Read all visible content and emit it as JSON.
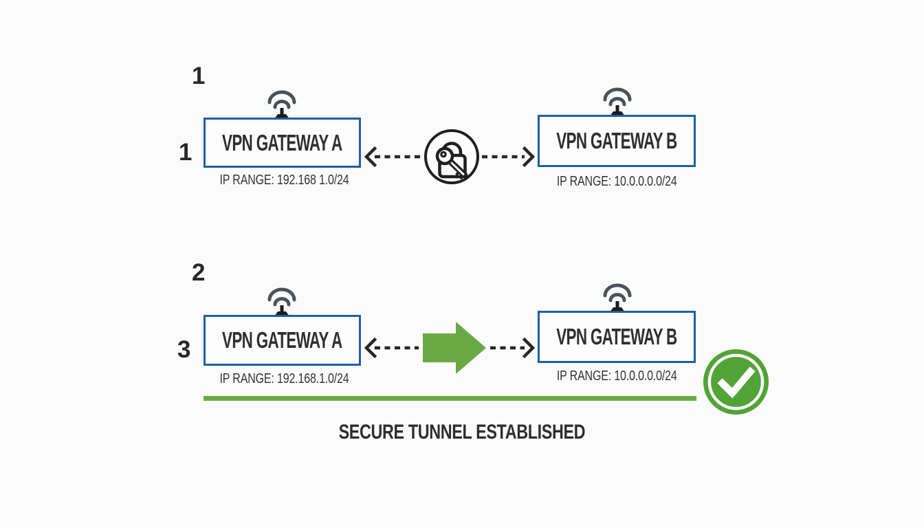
{
  "diagram_title": "VPN site-to-site tunnel diagram",
  "colors": {
    "box_border_blue": "#1e5ea6",
    "arrow_ink": "#262626",
    "text_dark": "#303030",
    "antenna_gray": "#4d5156",
    "green_arrow": "#6ca943",
    "green_line": "#6aa944",
    "green_badge": "#52a338",
    "background": "#fbfbfb"
  },
  "icons": {
    "wireless": "wifi-icon",
    "encryption": "key-lock-icon",
    "tunnel": "green-arrow-icon",
    "success": "check-badge-icon",
    "link": "dashed-double-arrow"
  },
  "phase1": {
    "step_label": "1",
    "row_label": "1",
    "gateway_a": {
      "title": "VPN GATEWAY A",
      "ip_range": "IP RANGE: 192.168 1.0/24"
    },
    "gateway_b": {
      "title": "VPN GATEWAY B",
      "ip_range": "IP RANGE: 10.0.0.0.0/24"
    }
  },
  "phase2": {
    "step_label": "2",
    "row_label": "3",
    "gateway_a": {
      "title": "VPN GATEWAY A",
      "ip_range": "IP RANGE: 192.168.1.0/24"
    },
    "gateway_b": {
      "title": "VPN GATEWAY B",
      "ip_range": "IP RANGE: 10.0.0.0.0/24"
    },
    "caption": "SECURE TUNNEL ESTABLISHED"
  }
}
